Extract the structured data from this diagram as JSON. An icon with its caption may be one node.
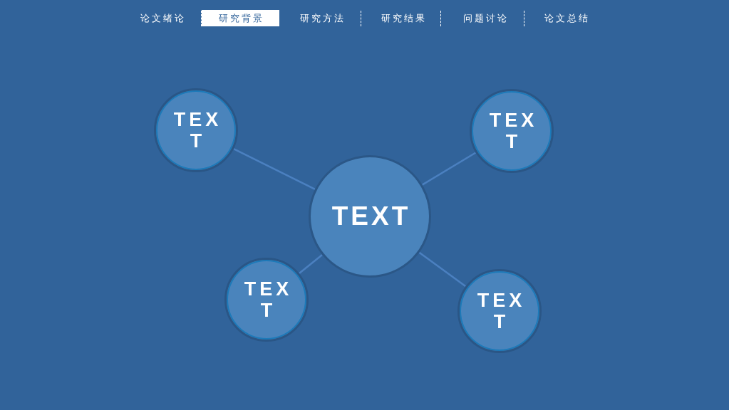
{
  "diagram": {
    "nodes": [
      {
        "text": [
          "TEXT"
        ]
      },
      {
        "text": [
          "TEXT"
        ]
      },
      {
        "text": [
          "TEXT"
        ]
      },
      {
        "text": [
          "TEXT"
        ]
      },
      {
        "text": [
          "TEXT"
        ]
      }
    ],
    "edges": [
      {
        "from": 2,
        "to": 0,
        "arrow": "none"
      },
      {
        "from": 2,
        "to": 1,
        "arrow": "none"
      },
      {
        "from": 2,
        "to": 3,
        "arrow": "none"
      },
      {
        "from": 2,
        "to": 4,
        "arrow": "none"
      }
    ],
    "labels": [
      "论文绪论",
      "研究背景",
      "研究方法",
      "研究结果",
      "问题讨论",
      "论文总结"
    ]
  }
}
